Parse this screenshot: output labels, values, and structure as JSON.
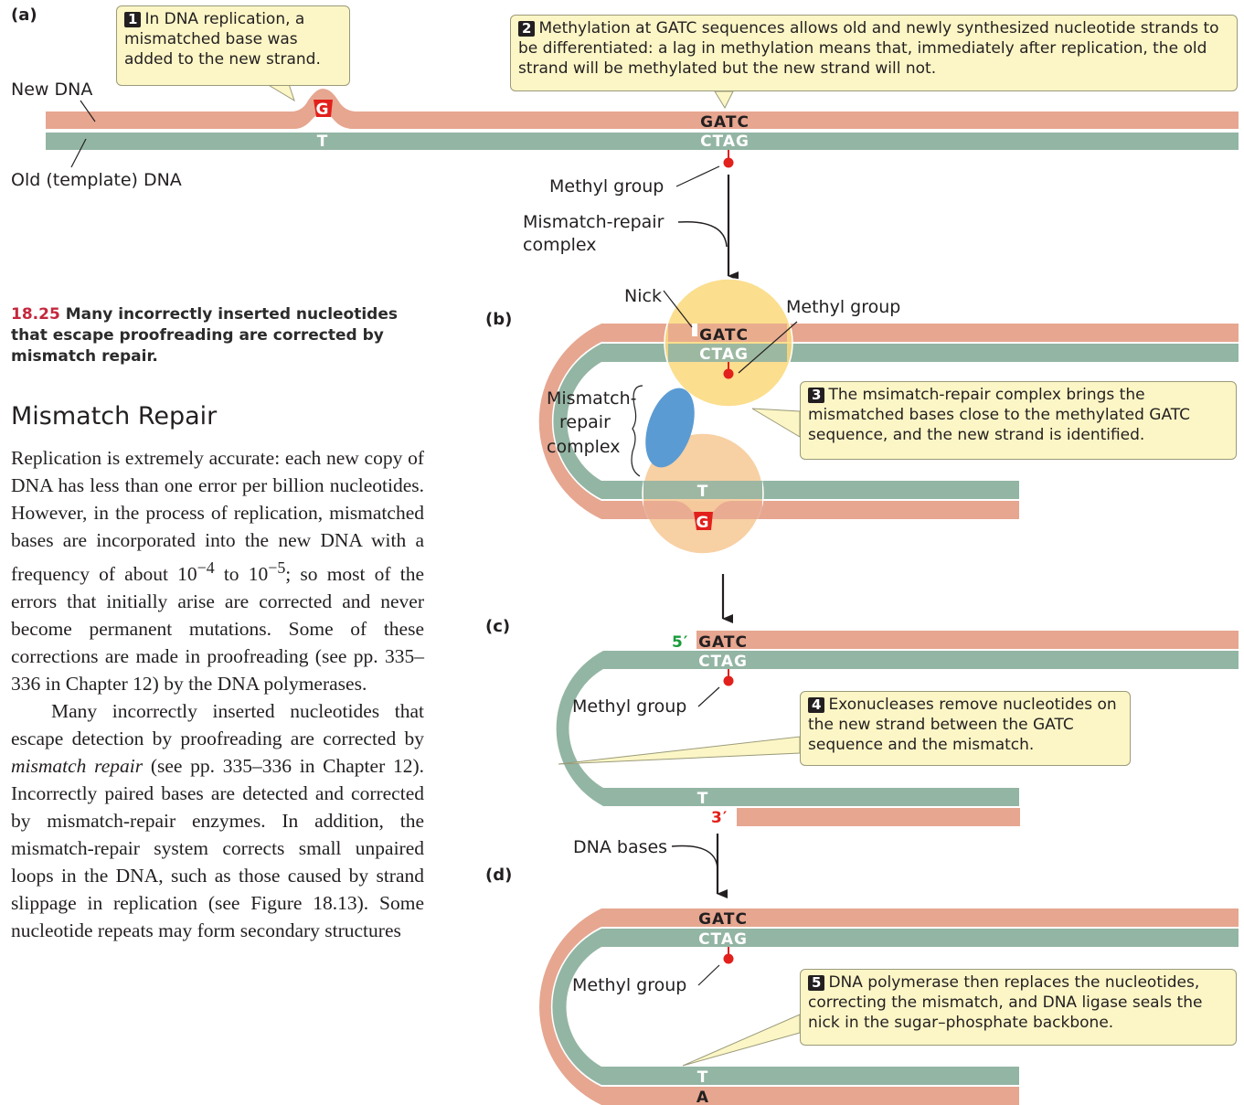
{
  "panels": {
    "a": "(a)",
    "b": "(b)",
    "c": "(c)",
    "d": "(d)"
  },
  "labels": {
    "new_dna": "New DNA",
    "old_dna": "Old (template) DNA",
    "methyl_group": "Methyl group",
    "mismatch_repair_complex_line1": "Mismatch-repair",
    "mismatch_repair_complex_line2": "complex",
    "nick": "Nick",
    "mismatch_line1": "Mismatch-",
    "mismatch_line2": "repair",
    "mismatch_line3": "complex",
    "dna_bases": "DNA bases",
    "five_prime": "5′",
    "three_prime": "3′"
  },
  "bases": {
    "gatc": "GATC",
    "ctag": "CTAG",
    "g": "G",
    "t": "T",
    "a": "A"
  },
  "steps": [
    {
      "num": "1",
      "text": "In DNA replication, a mismatched base was added to the new strand."
    },
    {
      "num": "2",
      "text": "Methylation at GATC sequences allows old and newly synthesized nucleotide strands to be differentiated: a lag in methylation means that, immediately after replication, the old strand will be methylated but the new strand will not."
    },
    {
      "num": "3",
      "text": "The msimatch-repair complex brings the mismatched bases close to the methylated GATC sequence, and the new strand is identified."
    },
    {
      "num": "4",
      "text": "Exonucleases remove nucleotides on the new strand between the GATC sequence and the mismatch."
    },
    {
      "num": "5",
      "text": "DNA polymerase then replaces the nucleotides, correcting the mismatch, and DNA ligase seals the nick in the sugar–phosphate backbone."
    }
  ],
  "caption": {
    "number": "18.25",
    "text": "Many incorrectly inserted nucleotides that escape proofreading are corrected by mismatch repair."
  },
  "section_title": "Mismatch Repair",
  "body": {
    "p1_a": "Replication is extremely accurate: each new copy of DNA has less than one error per billion nucleotides. However, in the process of replication, mismatched bases are incorporated into the new DNA with a frequency of about 10",
    "p1_exp1": "−4",
    "p1_b": " to 10",
    "p1_exp2": "−5",
    "p1_c": "; so most of the errors that initially arise are corrected and never become permanent mutations. Some of these corrections are made in proofreading (see pp. 335–336 in Chapter 12) by the DNA polymerases.",
    "p2_a": "Many incorrectly inserted nucleotides that escape detection by proofreading are corrected by ",
    "p2_em": "mismatch repair",
    "p2_b": " (see pp. 335–336 in Chapter 12). Incorrectly paired bases are detected and corrected by mismatch-repair enzymes. In addition, the mismatch-repair system corrects small unpaired loops in the DNA, such as those caused by strand slippage in replication (see Figure 18.13). Some nucleotide repeats may form secondary structures"
  },
  "colors": {
    "new_strand": "#e6a690",
    "old_strand": "#93b5a4",
    "mismatch": "#e2201c",
    "callout_bg": "#fcf6c6",
    "complex_yellow": "#fbd97e",
    "complex_peach": "#f6cc9c",
    "complex_blue": "#5b9bd3",
    "five_prime": "#1a9b3b",
    "three_prime": "#e2201c"
  }
}
